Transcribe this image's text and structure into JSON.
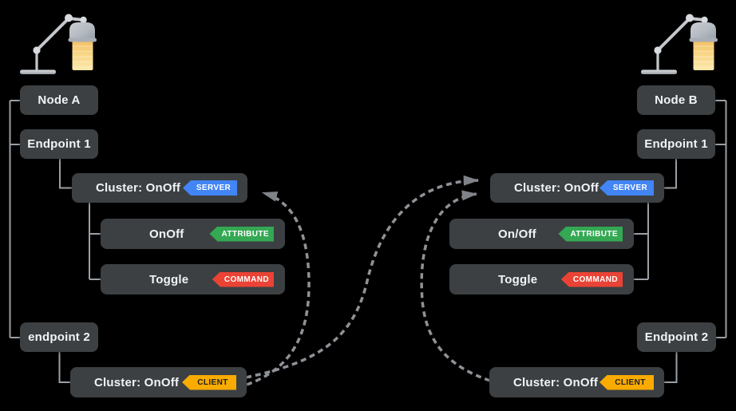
{
  "colors": {
    "background": "#000000",
    "box": "#3C4043",
    "text": "#F1F3F4",
    "connector": "#9AA0A6",
    "arrow": "#8E9297",
    "arrowhead": "#7F8388",
    "server": "#4285F4",
    "attribute": "#34A853",
    "command": "#EA4335",
    "client": "#F9AB00"
  },
  "icons": {
    "node_a_device": "desk-lamp-icon",
    "node_b_device": "desk-lamp-icon"
  },
  "node_a": {
    "title": "Node A",
    "endpoint1_label": "Endpoint 1",
    "server_cluster_label": "Cluster: OnOff",
    "server_badge": "SERVER",
    "attribute_label": "OnOff",
    "attribute_badge": "ATTRIBUTE",
    "command_label": "Toggle",
    "command_badge": "COMMAND",
    "endpoint2_label": "endpoint 2",
    "client_cluster_label": "Cluster: OnOff",
    "client_badge": "CLIENT"
  },
  "node_b": {
    "title": "Node B",
    "endpoint1_label": "Endpoint 1",
    "server_cluster_label": "Cluster: OnOff",
    "server_badge": "SERVER",
    "attribute_label": "On/Off",
    "attribute_badge": "ATTRIBUTE",
    "command_label": "Toggle",
    "command_badge": "COMMAND",
    "endpoint2_label": "Endpoint 2",
    "client_cluster_label": "Cluster: OnOff",
    "client_badge": "CLIENT"
  }
}
